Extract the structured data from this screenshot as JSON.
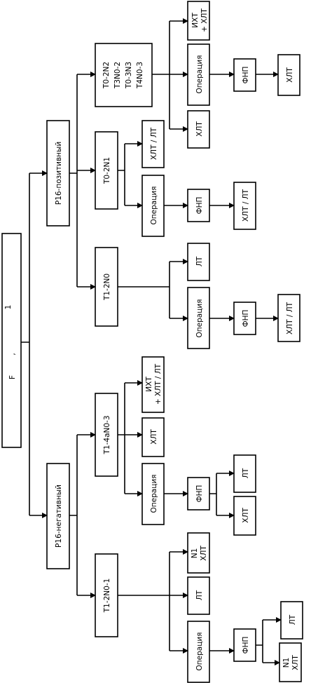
{
  "colors": {
    "stroke": "#000000",
    "background": "#ffffff"
  },
  "root": {
    "line1": "F",
    "line2": ",",
    "line3": "1"
  },
  "nodes": {
    "p16_positive": "P16-позитивный",
    "p16_negative": "P16-негативный",
    "t0_2n2": [
      "T0-2N2",
      "T3N0-2",
      "T0-3N3",
      "T4N0-3"
    ],
    "t0_2n1": "T0-2N1",
    "t1_2n0_pos": "T1-2N0",
    "t1_4an0_3": "T1-4aN0-3",
    "t1_2n0_1": "T1-2N0-1",
    "operation": "Операция",
    "fnp": "ФНП",
    "hlt": "ХЛТ",
    "lt": "ЛТ",
    "hlt_lt": "ХЛТ / ЛТ",
    "iht_hlt": [
      "ИХТ",
      "+ ХЛТ"
    ],
    "iht_hlt_lt": [
      "ИХТ",
      "+ ХЛТ / ЛТ"
    ],
    "n1_hlt": [
      "N1",
      "ХЛТ"
    ]
  }
}
